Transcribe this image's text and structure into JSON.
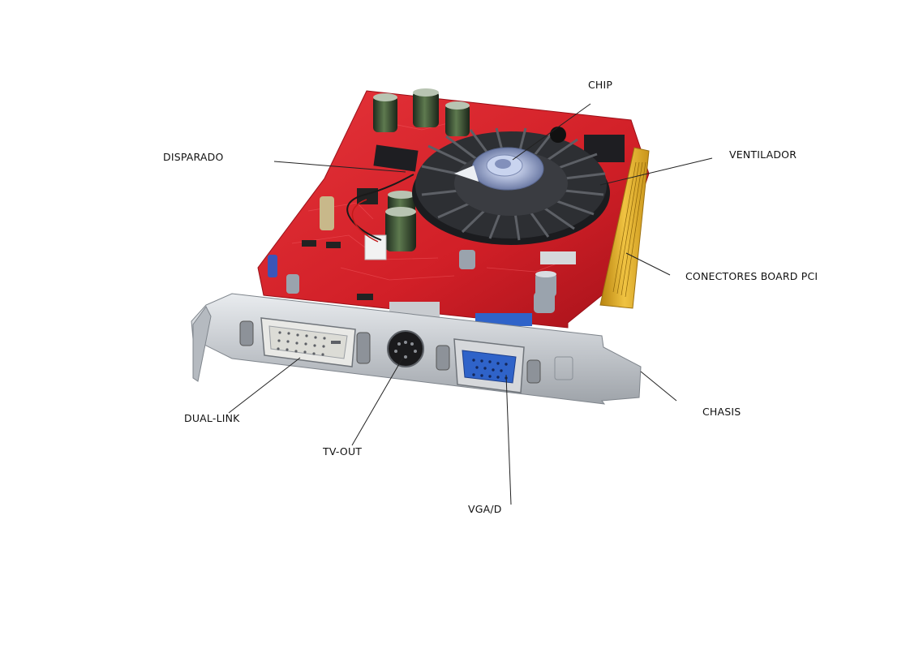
{
  "labels": {
    "chip": "CHIP",
    "disparado": "DISPARADO",
    "ventilador": "VENTILADOR",
    "conectores": "CONECTORES BOARD PCI",
    "chasis": "CHASIS",
    "dual_link": "DUAL-LINK",
    "tv_out": "TV-OUT",
    "vga": "VGA/D"
  },
  "colors": {
    "pcb": "#d8232a",
    "pcb_dark": "#a5121a",
    "gold": "#d9a521",
    "bracket": "#c9cdd2",
    "heatsink": "#2d2f33",
    "vga_port": "#2f63c9",
    "leader": "#222222"
  }
}
